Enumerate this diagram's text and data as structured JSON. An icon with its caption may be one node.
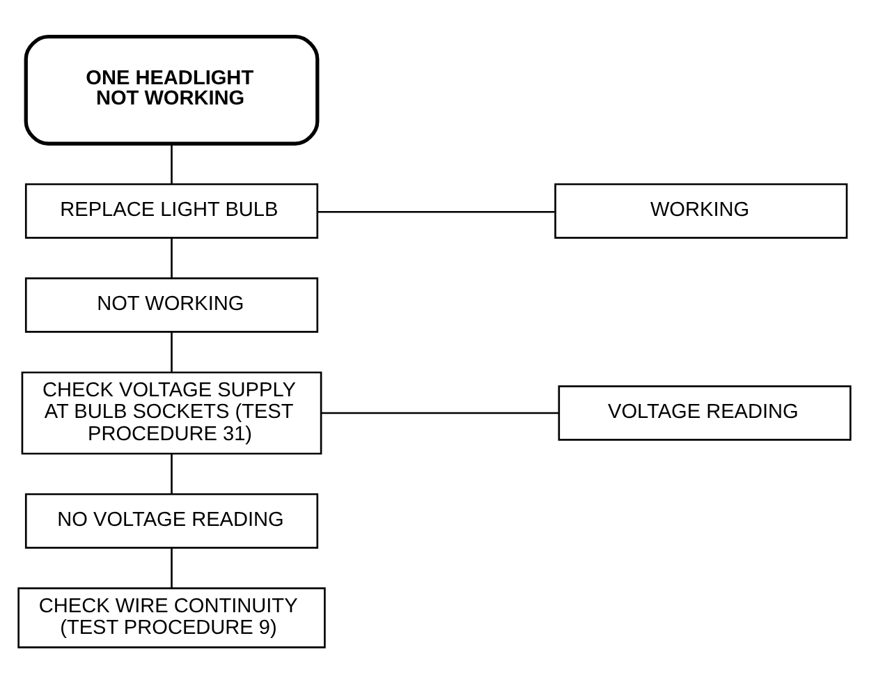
{
  "diagram": {
    "nodes": [
      {
        "text": [
          "ONE HEADLIGHT NOT WORKING"
        ]
      },
      {
        "text": [
          "REPLACE LIGHT BULB"
        ]
      },
      {
        "text": [
          "WORKING"
        ]
      },
      {
        "text": [
          "NOT WORKING"
        ]
      },
      {
        "text": [
          "CHECK VOLTAGE SUPPLY AT BULB SOCKETS (TEST PROCEDURE 31)"
        ]
      },
      {
        "text": [
          "VOLTAGE READING"
        ]
      },
      {
        "text": [
          "NO VOLTAGE READING"
        ]
      },
      {
        "text": [
          "CHECK WIRE CONTINUITY (TEST PROCEDURE 9)"
        ]
      }
    ],
    "edges": [
      {
        "from": 0,
        "to": 1,
        "arrow": "none"
      },
      {
        "from": 1,
        "to": 2,
        "arrow": "none"
      },
      {
        "from": 1,
        "to": 3,
        "arrow": "none"
      },
      {
        "from": 3,
        "to": 4,
        "arrow": "none"
      },
      {
        "from": 4,
        "to": 5,
        "arrow": "none"
      },
      {
        "from": 4,
        "to": 6,
        "arrow": "none"
      },
      {
        "from": 6,
        "to": 7,
        "arrow": "none"
      }
    ]
  }
}
